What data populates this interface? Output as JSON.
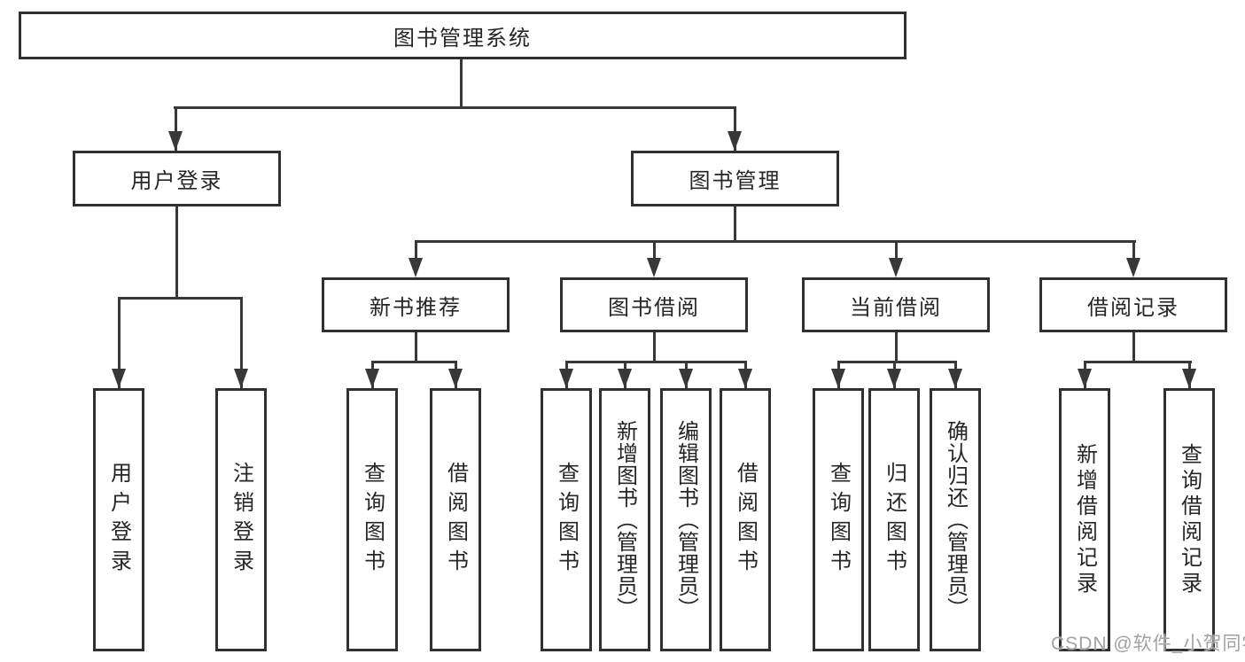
{
  "diagram_title": "图书管理系统",
  "nodes": {
    "root": "图书管理系统",
    "user_login_branch": "用户登录",
    "book_mgmt_branch": "图书管理",
    "new_book_rec": "新书推荐",
    "book_borrow": "图书借阅",
    "current_borrow": "当前借阅",
    "borrow_records": "借阅记录",
    "leaf_user_login": "用户登录",
    "leaf_logout": "注销登录",
    "leaf_nbr_query_book": "查询图书",
    "leaf_nbr_borrow_book": "借阅图书",
    "leaf_bb_query_book": "查询图书",
    "leaf_bb_add_book_admin": "新增图书（管理员）",
    "leaf_bb_edit_book_admin": "编辑图书（管理员）",
    "leaf_bb_borrow_book": "借阅图书",
    "leaf_cb_query_book": "查询图书",
    "leaf_cb_return_book": "归还图书",
    "leaf_cb_confirm_return_admin": "确认归还（管理员）",
    "leaf_br_add_record": "新增借阅记录",
    "leaf_br_query_record": "查询借阅记录"
  },
  "watermark": "CSDN @软件_小贺同学",
  "colors": {
    "line": "#383838",
    "box_border": "#303030",
    "text": "#262626",
    "watermark": "#a2a2a2",
    "background": "#ffffff"
  }
}
